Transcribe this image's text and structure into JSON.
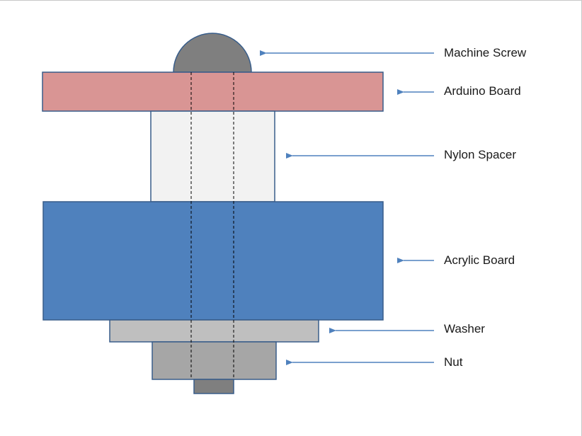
{
  "labels": {
    "machine_screw": "Machine Screw",
    "arduino_board": "Arduino Board",
    "nylon_spacer": "Nylon Spacer",
    "acrylic_board": "Acrylic Board",
    "washer": "Washer",
    "nut": "Nut"
  },
  "colors": {
    "screw": "#7f7f7f",
    "arduino_board": "#d99594",
    "nylon_spacer": "#f2f2f2",
    "acrylic_board": "#4f81bd",
    "washer": "#bfbfbf",
    "nut": "#a6a6a6",
    "outline": "#385d8a",
    "arrow": "#4f81bd"
  }
}
